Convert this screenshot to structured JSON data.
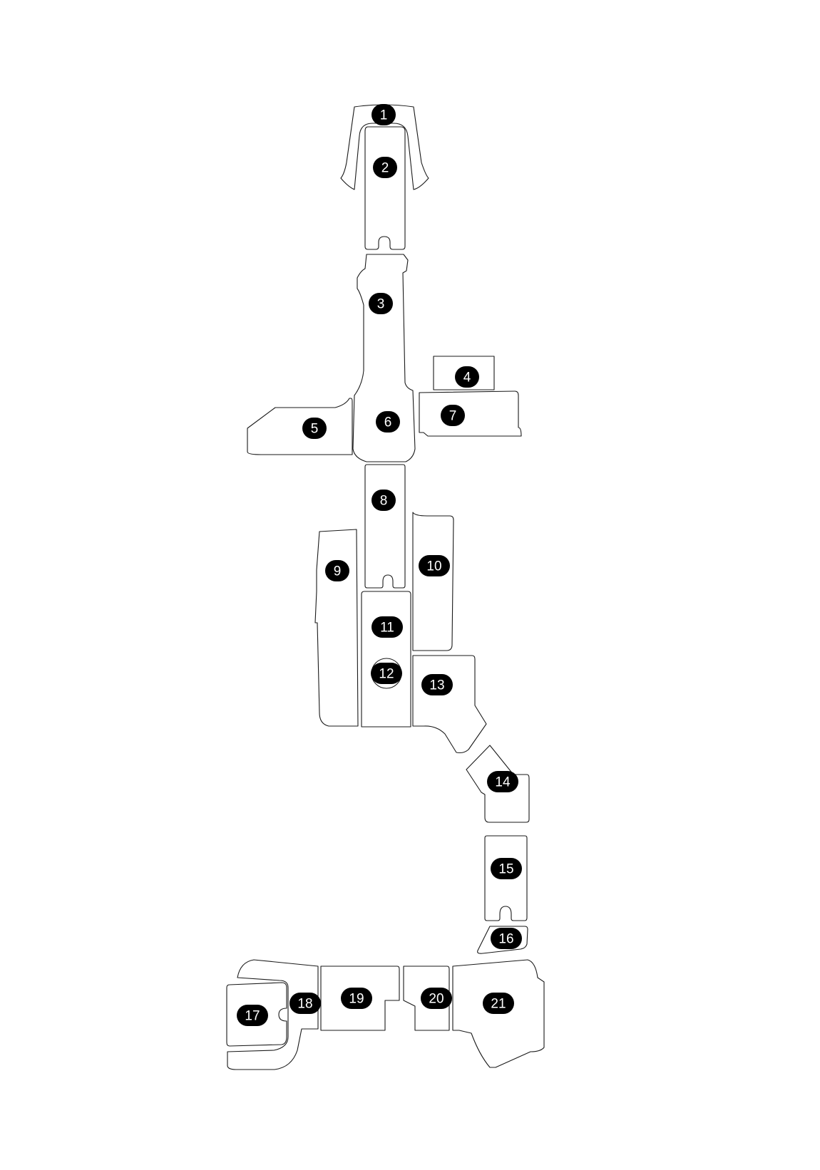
{
  "colors": {
    "background": "#ffffff",
    "outline": "#1a1a1a",
    "badge_fill": "#000000",
    "badge_text": "#ffffff"
  },
  "pieces": [
    {
      "id": "piece-1",
      "label": "1"
    },
    {
      "id": "piece-2",
      "label": "2"
    },
    {
      "id": "piece-3",
      "label": "3"
    },
    {
      "id": "piece-4",
      "label": "4"
    },
    {
      "id": "piece-5",
      "label": "5"
    },
    {
      "id": "piece-6",
      "label": "6"
    },
    {
      "id": "piece-7",
      "label": "7"
    },
    {
      "id": "piece-8",
      "label": "8"
    },
    {
      "id": "piece-9",
      "label": "9"
    },
    {
      "id": "piece-10",
      "label": "10"
    },
    {
      "id": "piece-11",
      "label": "11"
    },
    {
      "id": "piece-12",
      "label": "12"
    },
    {
      "id": "piece-13",
      "label": "13"
    },
    {
      "id": "piece-14",
      "label": "14"
    },
    {
      "id": "piece-15",
      "label": "15"
    },
    {
      "id": "piece-16",
      "label": "16"
    },
    {
      "id": "piece-17",
      "label": "17"
    },
    {
      "id": "piece-18",
      "label": "18"
    },
    {
      "id": "piece-19",
      "label": "19"
    },
    {
      "id": "piece-20",
      "label": "20"
    },
    {
      "id": "piece-21",
      "label": "21"
    }
  ]
}
